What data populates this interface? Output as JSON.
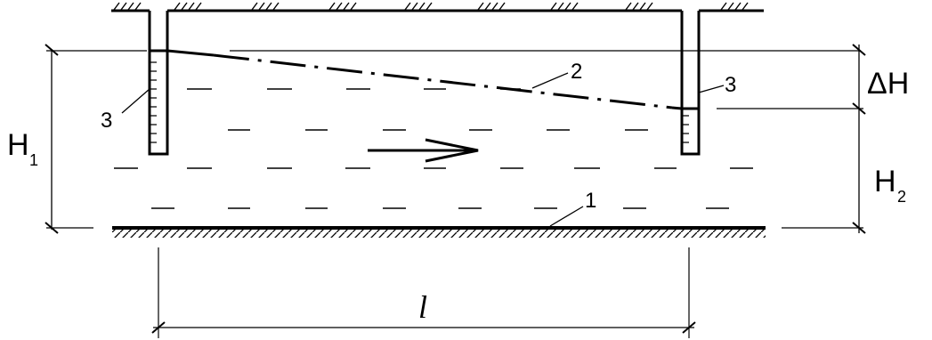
{
  "labels": {
    "h1_main": "H",
    "h1_sub": "1",
    "h2_main": "H",
    "h2_sub": "2",
    "delta_h": "ΔH",
    "length": "l",
    "callout_bottom": "1",
    "callout_line": "2",
    "callout_left_tube": "3",
    "callout_right_tube": "3"
  },
  "icons": {
    "flow_arrow": "arrow-right-icon",
    "ground_hatch": "ground-hatch-icon"
  }
}
